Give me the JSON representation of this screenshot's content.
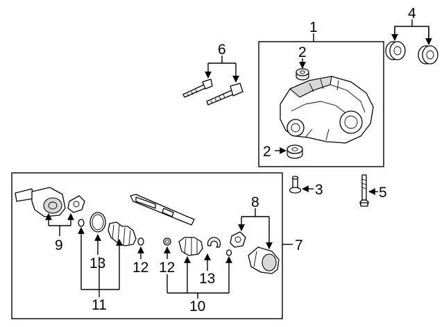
{
  "callouts": {
    "c1": "1",
    "c2a": "2",
    "c2b": "2",
    "c3": "3",
    "c4": "4",
    "c5": "5",
    "c6": "6",
    "c7": "7",
    "c8": "8",
    "c9": "9",
    "c10": "10",
    "c11": "11",
    "c12a": "12",
    "c12b": "12",
    "c13a": "13",
    "c13b": "13"
  }
}
